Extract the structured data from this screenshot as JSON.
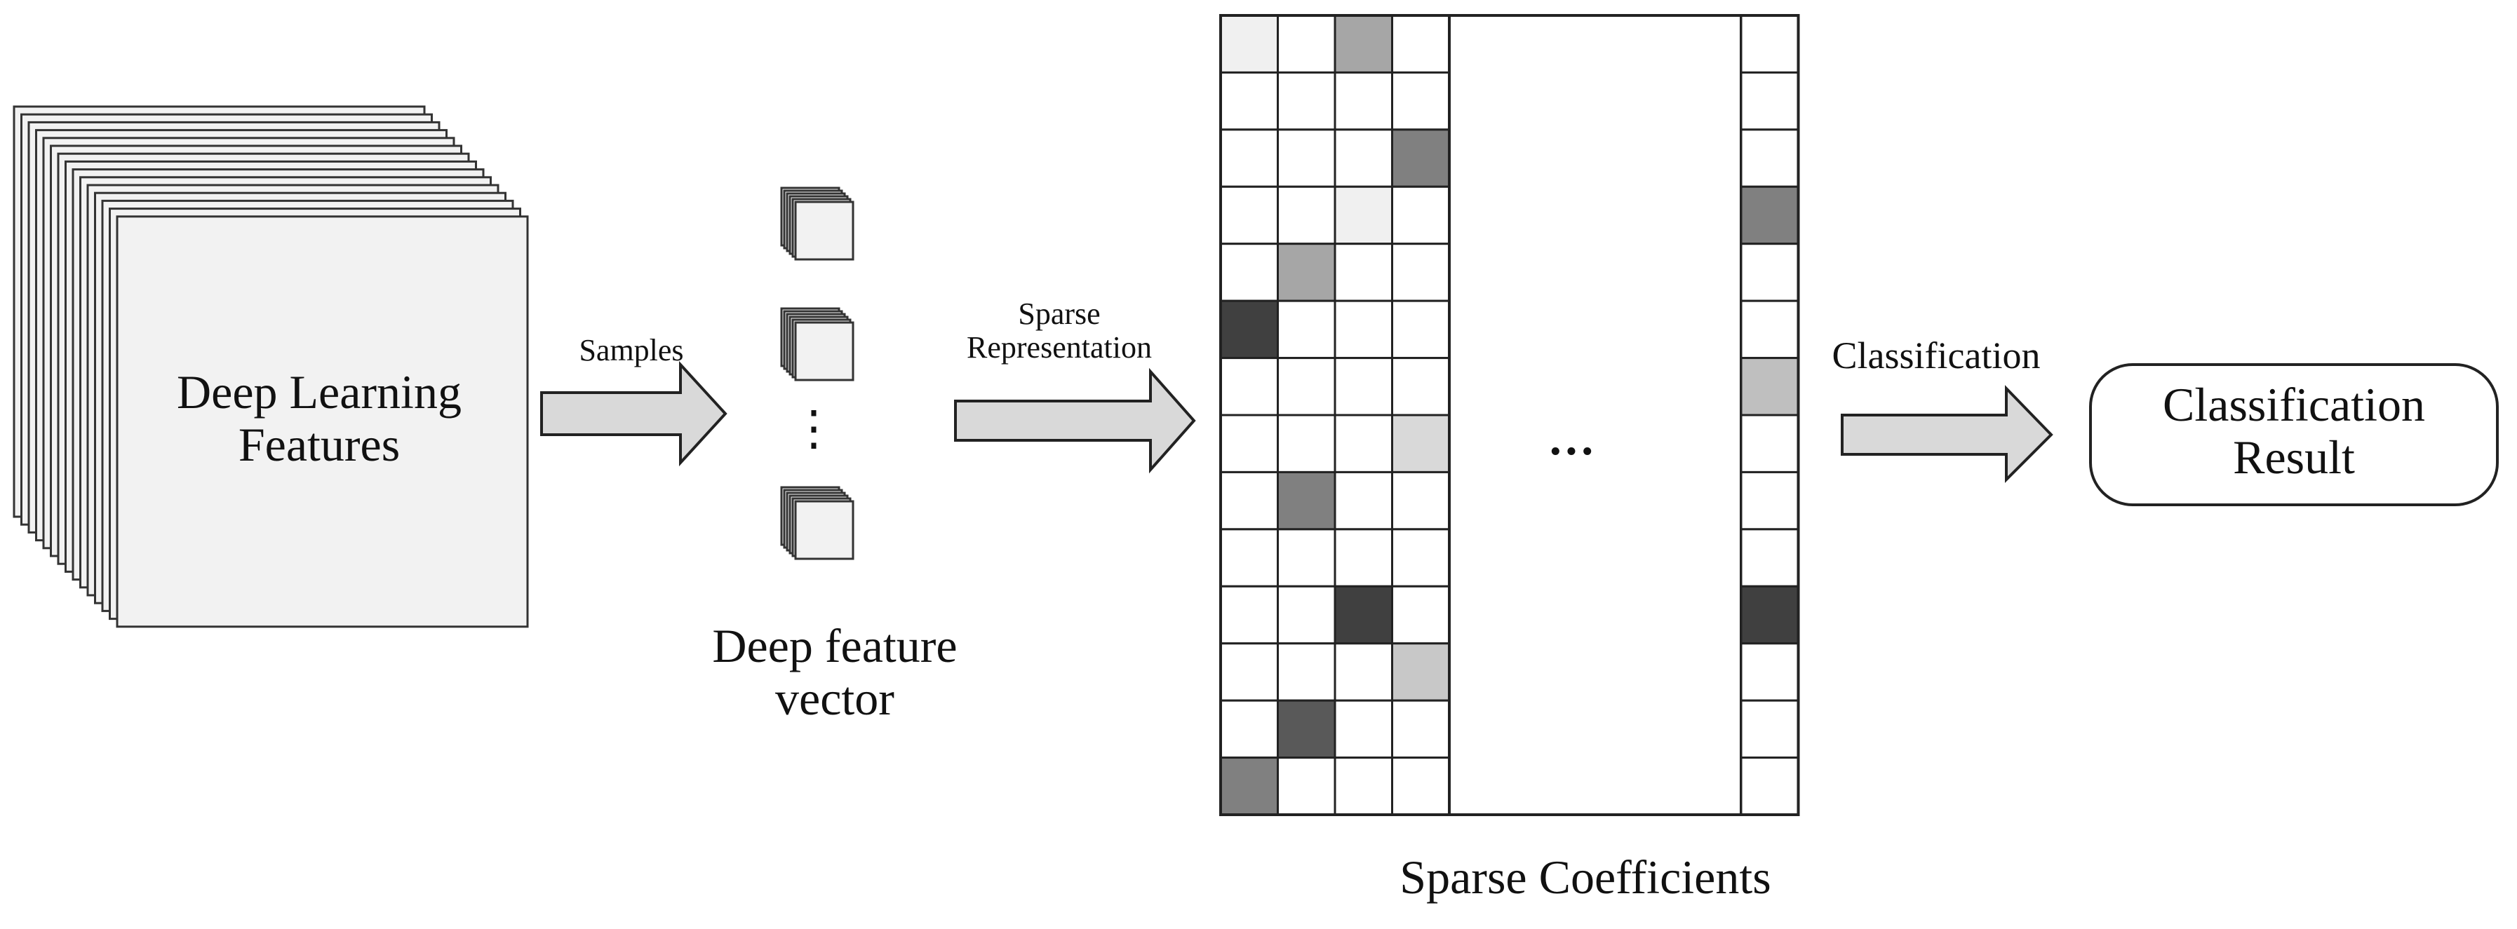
{
  "input_block": {
    "label_line1": "Deep Learning",
    "label_line2": "Features"
  },
  "arrow_samples": {
    "label": "Samples"
  },
  "feature_vectors": {
    "label_line1": "Deep feature",
    "label_line2": "vector",
    "ellipsis": "⋮"
  },
  "arrow_sparse": {
    "label_line1": "Sparse",
    "label_line2": "Representation"
  },
  "sparse_matrix": {
    "label": "Sparse Coefficients",
    "ellipsis": "···",
    "rows": 14,
    "left_columns": [
      [
        "#f0f0f0",
        "#ffffff",
        "#ffffff",
        "#ffffff",
        "#ffffff",
        "#404040",
        "#ffffff",
        "#ffffff",
        "#ffffff",
        "#ffffff",
        "#ffffff",
        "#ffffff",
        "#ffffff",
        "#808080"
      ],
      [
        "#ffffff",
        "#ffffff",
        "#ffffff",
        "#ffffff",
        "#a6a6a6",
        "#ffffff",
        "#ffffff",
        "#ffffff",
        "#808080",
        "#ffffff",
        "#ffffff",
        "#ffffff",
        "#595959",
        "#ffffff"
      ],
      [
        "#a6a6a6",
        "#ffffff",
        "#ffffff",
        "#f0f0f0",
        "#ffffff",
        "#ffffff",
        "#ffffff",
        "#ffffff",
        "#ffffff",
        "#ffffff",
        "#404040",
        "#ffffff",
        "#ffffff",
        "#ffffff"
      ],
      [
        "#ffffff",
        "#ffffff",
        "#808080",
        "#ffffff",
        "#ffffff",
        "#ffffff",
        "#ffffff",
        "#d9d9d9",
        "#ffffff",
        "#ffffff",
        "#ffffff",
        "#c8c8c8",
        "#ffffff",
        "#ffffff"
      ]
    ],
    "right_column": [
      "#ffffff",
      "#ffffff",
      "#ffffff",
      "#808080",
      "#ffffff",
      "#ffffff",
      "#bfbfbf",
      "#ffffff",
      "#ffffff",
      "#ffffff",
      "#404040",
      "#ffffff",
      "#ffffff",
      "#ffffff"
    ]
  },
  "arrow_classification": {
    "label": "Classification"
  },
  "result_box": {
    "label_line1": "Classification",
    "label_line2": "Result"
  }
}
